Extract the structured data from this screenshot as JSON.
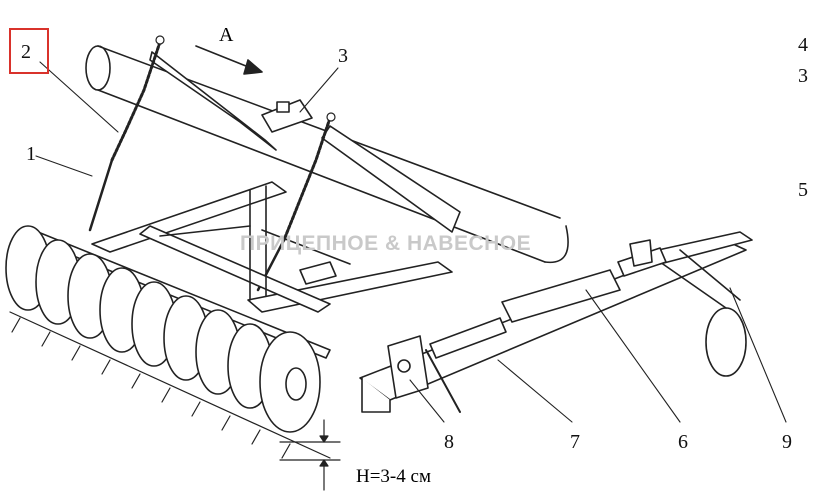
{
  "diagram": {
    "direction_label": "A",
    "highlighted_label": "2",
    "dimension_label": "H=3-4 см",
    "watermark": "ПРИЦЕПНОЕ & НАВЕСНОЕ",
    "labels": {
      "l1": "1",
      "l3": "3",
      "r4": "4",
      "r3": "3",
      "r5": "5",
      "b8": "8",
      "b7": "7",
      "b6": "6",
      "b9": "9"
    },
    "colors": {
      "highlight_box": "#d9322b",
      "line": "#222222",
      "watermark": "#c9c9c9"
    }
  }
}
